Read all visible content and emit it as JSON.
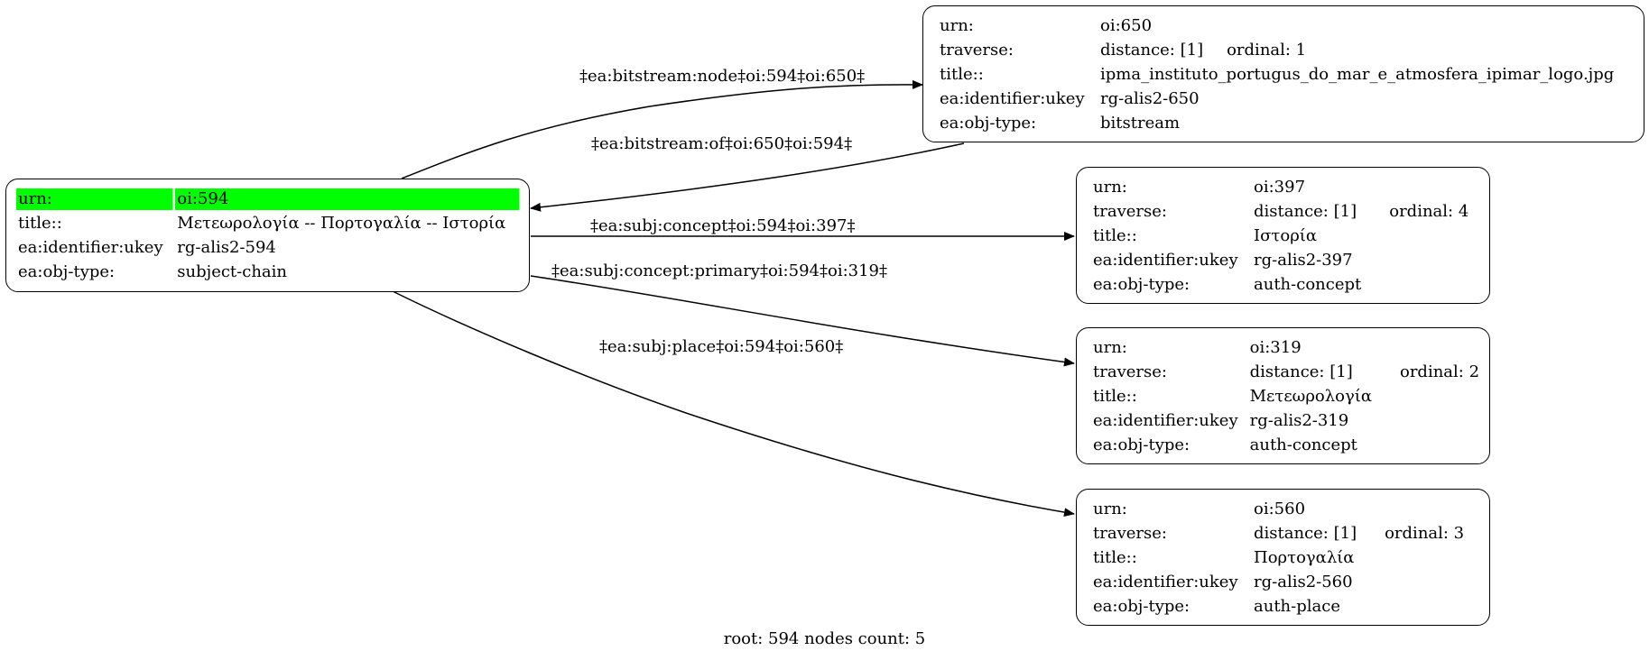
{
  "nodes": {
    "n594": {
      "rows": [
        {
          "key": "urn:",
          "value": "oi:594"
        },
        {
          "key": "title::",
          "value": "Μετεωρολογία -- Πορτογαλία -- Ιστορία"
        },
        {
          "key": "ea:identifier:ukey",
          "value": "rg-alis2-594"
        },
        {
          "key": "ea:obj-type:",
          "value": "subject-chain"
        }
      ],
      "highlight_color": "#00ff00"
    },
    "n650": {
      "urn_key": "urn:",
      "urn": "oi:650",
      "traverse_key": "traverse:",
      "distance": "distance: [1]",
      "ordinal": "ordinal: 1",
      "title_key": "title::",
      "title": "ipma_instituto_portugus_do_mar_e_atmosfera_ipimar_logo.jpg",
      "ukey_key": "ea:identifier:ukey",
      "ukey": "rg-alis2-650",
      "type_key": "ea:obj-type:",
      "type": "bitstream"
    },
    "n397": {
      "urn_key": "urn:",
      "urn": "oi:397",
      "traverse_key": "traverse:",
      "distance": "distance: [1]",
      "ordinal": "ordinal: 4",
      "title_key": "title::",
      "title": "Ιστορία",
      "ukey_key": "ea:identifier:ukey",
      "ukey": "rg-alis2-397",
      "type_key": "ea:obj-type:",
      "type": "auth-concept"
    },
    "n319": {
      "urn_key": "urn:",
      "urn": "oi:319",
      "traverse_key": "traverse:",
      "distance": "distance: [1]",
      "ordinal": "ordinal: 2",
      "title_key": "title::",
      "title": "Μετεωρολογία",
      "ukey_key": "ea:identifier:ukey",
      "ukey": "rg-alis2-319",
      "type_key": "ea:obj-type:",
      "type": "auth-concept"
    },
    "n560": {
      "urn_key": "urn:",
      "urn": "oi:560",
      "traverse_key": "traverse:",
      "distance": "distance: [1]",
      "ordinal": "ordinal: 3",
      "title_key": "title::",
      "title": "Πορτογαλία",
      "ukey_key": "ea:identifier:ukey",
      "ukey": "rg-alis2-560",
      "type_key": "ea:obj-type:",
      "type": "auth-place"
    }
  },
  "edges": {
    "e_node": "‡ea:bitstream:node‡oi:594‡oi:650‡",
    "e_of": "‡ea:bitstream:of‡oi:650‡oi:594‡",
    "e_concept": "‡ea:subj:concept‡oi:594‡oi:397‡",
    "e_primary": "‡ea:subj:concept:primary‡oi:594‡oi:319‡",
    "e_place": "‡ea:subj:place‡oi:594‡oi:560‡"
  },
  "footer": "root: 594 nodes count: 5"
}
